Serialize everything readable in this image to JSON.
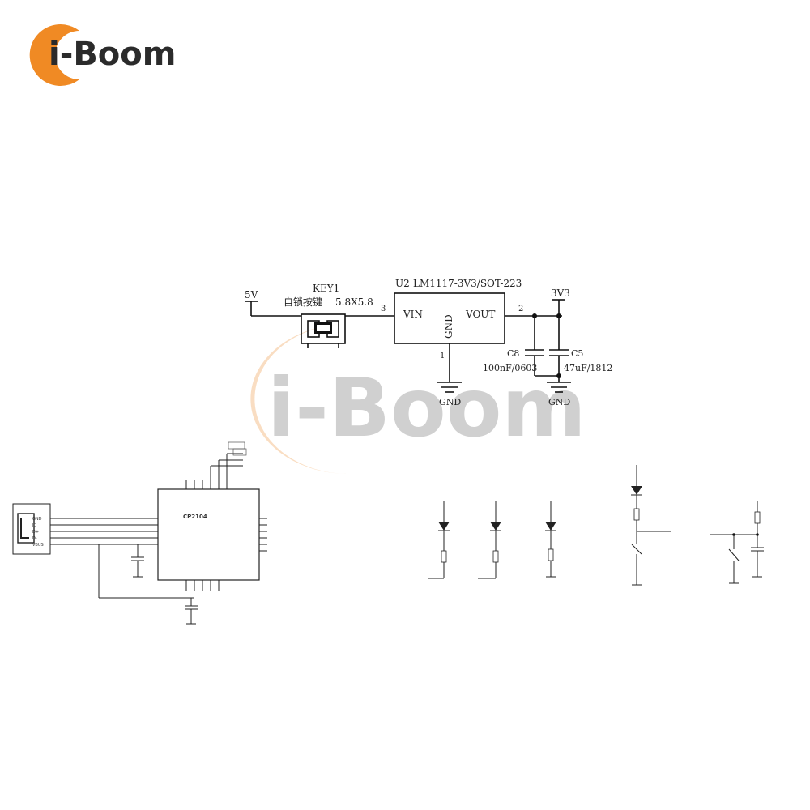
{
  "logo": {
    "brand": "i-Boom",
    "color_orange": "#f08a24",
    "color_dark": "#2b2b2b"
  },
  "watermark": {
    "brand": "i-Boom",
    "color_orange": "#f6c89a",
    "color_gray": "#c8c8c8"
  },
  "power": {
    "input_label": "5V",
    "key_ref": "KEY1",
    "key_desc": "自锁按键",
    "key_size": "5.8X5.8",
    "pin_in": "3",
    "regulator_ref": "U2",
    "regulator_part": "LM1117-3V3/SOT-223",
    "vin": "VIN",
    "vout": "VOUT",
    "gnd_pin": "GND",
    "pin_out": "2",
    "pin_gnd": "1",
    "output_label": "3V3",
    "c8_ref": "C8",
    "c8_value": "100nF/0603",
    "c5_ref": "C5",
    "c5_value": "47uF/1812",
    "gnd_left": "GND",
    "gnd_right": "GND"
  },
  "usb": {
    "chip_name": "CP2104",
    "connector_pins": [
      "GND",
      "ID",
      "D+",
      "D-",
      "VBUS"
    ]
  }
}
